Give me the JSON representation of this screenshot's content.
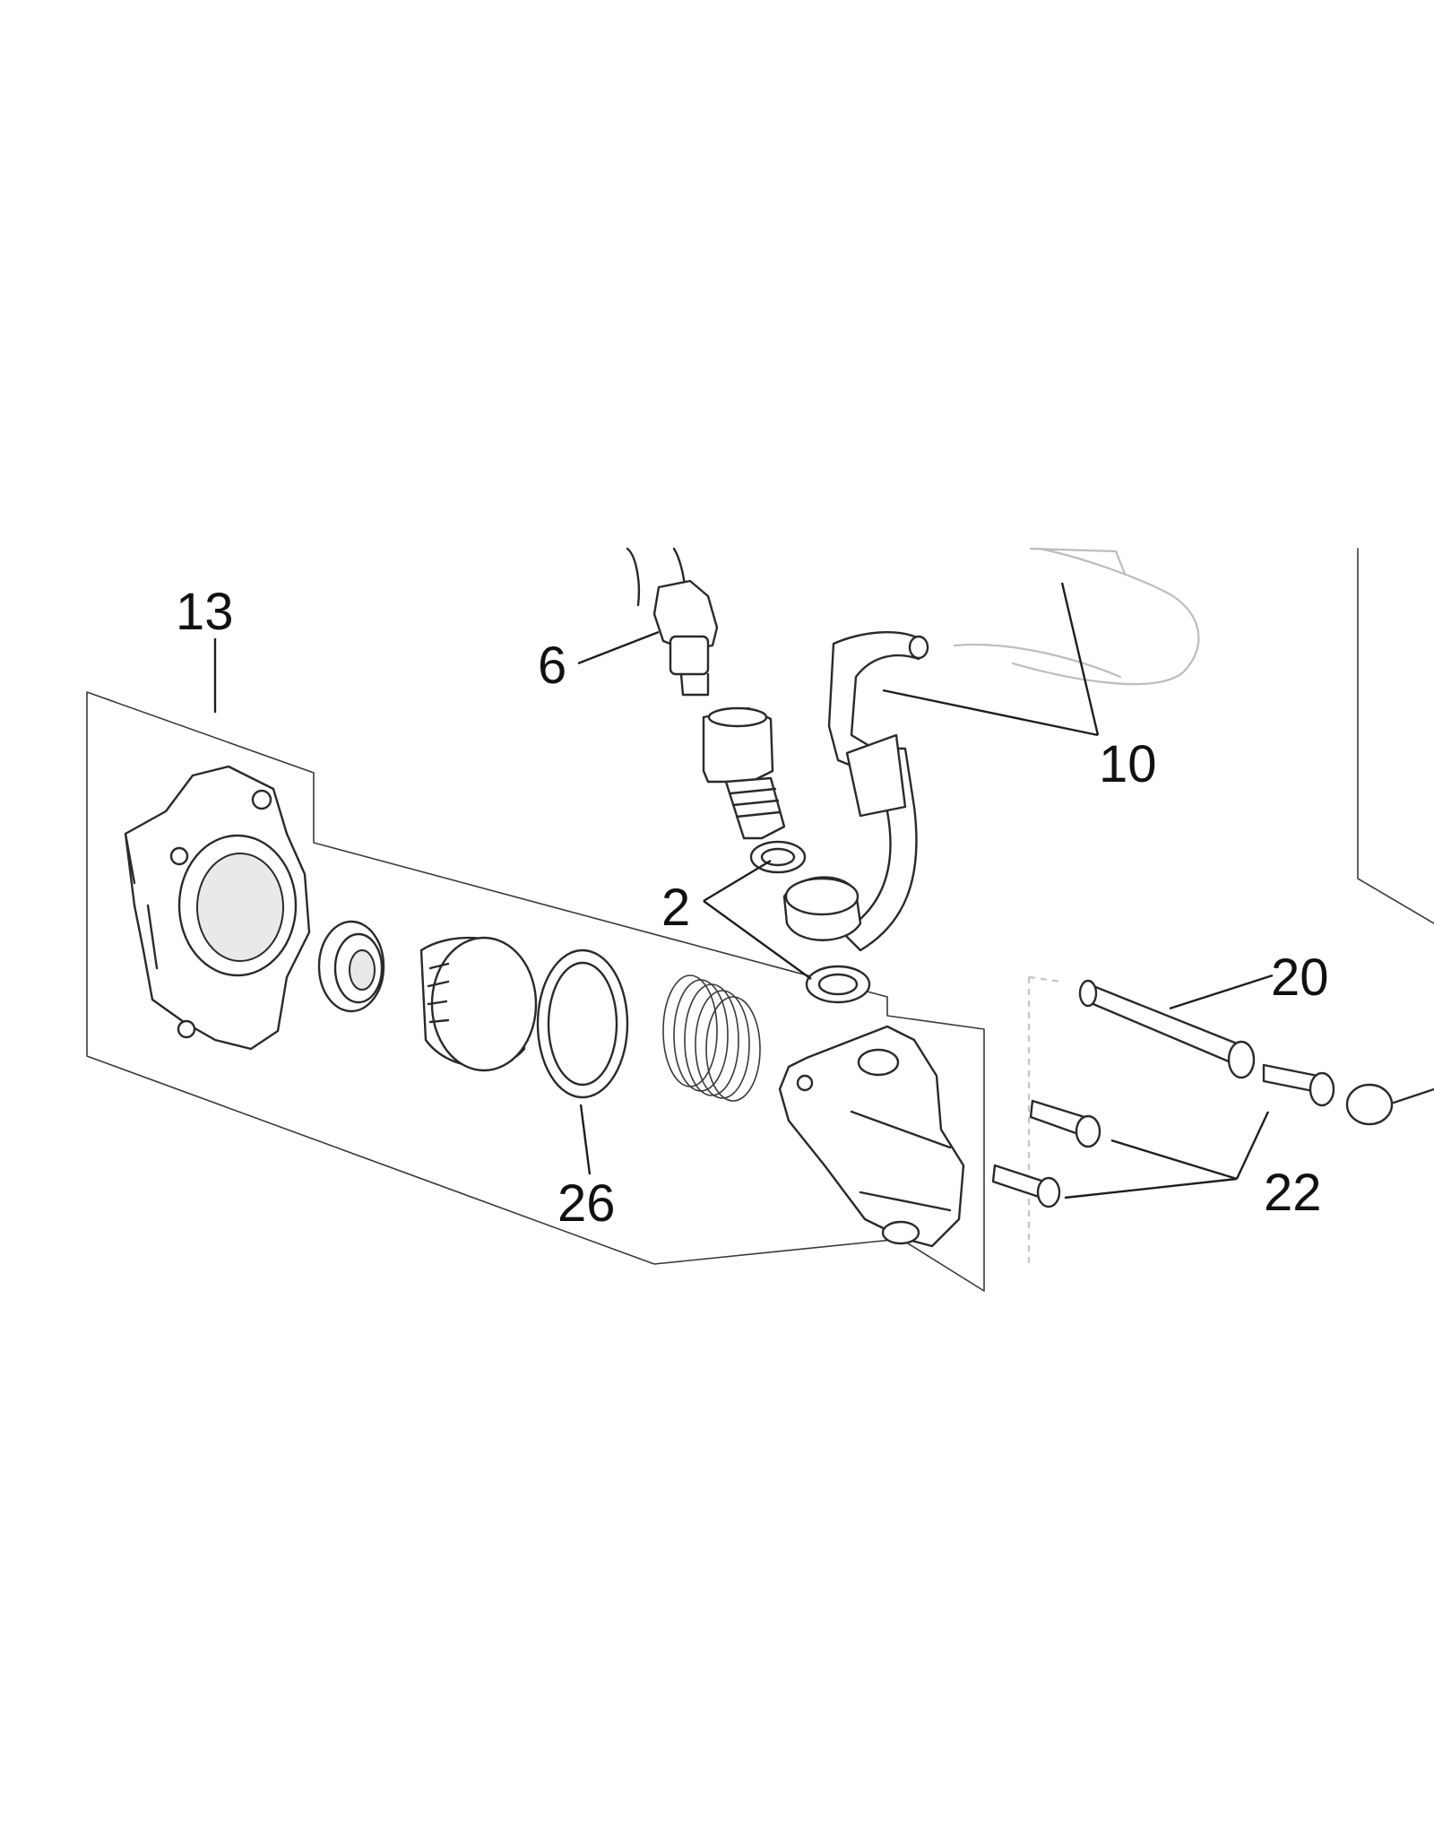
{
  "diagram": {
    "callouts": [
      {
        "id": "13",
        "label": "13"
      },
      {
        "id": "6",
        "label": "6"
      },
      {
        "id": "10",
        "label": "10"
      },
      {
        "id": "2",
        "label": "2"
      },
      {
        "id": "20",
        "label": "20"
      },
      {
        "id": "26",
        "label": "26"
      },
      {
        "id": "22",
        "label": "22"
      }
    ]
  }
}
